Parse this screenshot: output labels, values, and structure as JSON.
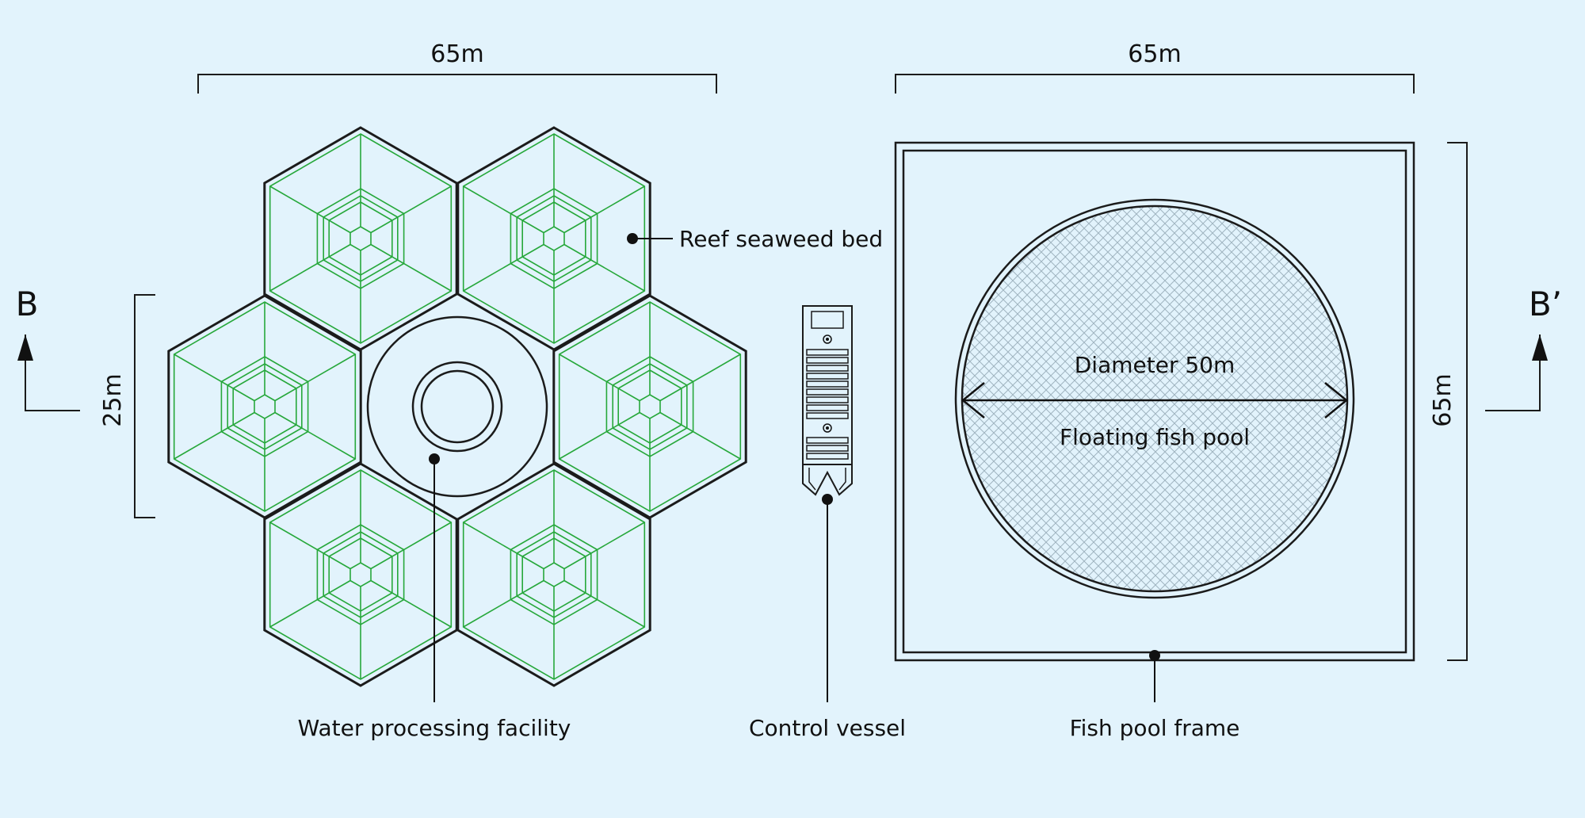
{
  "dimensions": {
    "left_width": "65m",
    "left_height": "25m",
    "right_width": "65m",
    "right_height": "65m"
  },
  "section_markers": {
    "left": "B",
    "right": "B’"
  },
  "labels": {
    "reef_seaweed_bed": "Reef seaweed bed",
    "water_processing_facility": "Water processing facility",
    "control_vessel": "Control vessel",
    "fish_pool_frame": "Fish pool frame",
    "diameter": "Diameter 50m",
    "floating_fish_pool": "Floating fish pool"
  },
  "colors": {
    "background": "#e2f3fc",
    "outline": "#1b1b1b",
    "seaweed_green": "#27a83b",
    "pool_hatch": "#9fb4c0"
  }
}
